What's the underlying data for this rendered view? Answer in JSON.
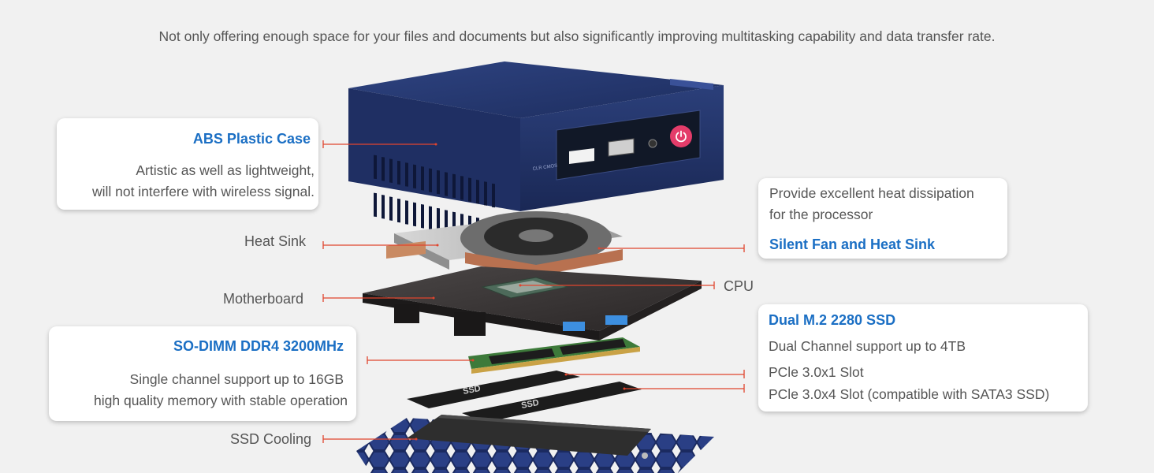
{
  "tagline": "Not only offering enough space for your files and documents but also significantly improving multitasking capability and data transfer rate.",
  "case_card": {
    "title": "ABS Plastic Case",
    "line1": "Artistic as well as lightweight,",
    "line2": "will not interfere with wireless signal."
  },
  "fan_card": {
    "line1": "Provide excellent heat dissipation",
    "line2": "for the processor",
    "title": "Silent Fan and Heat Sink"
  },
  "ram_card": {
    "title": "SO-DIMM DDR4 3200MHz",
    "line1": "Single channel support up to 16GB",
    "line2": "high quality memory with stable operation"
  },
  "ssd_card": {
    "title": "Dual M.2 2280 SSD",
    "line1": "Dual Channel support up to 4TB",
    "line2": "PCle 3.0x1 Slot",
    "line3": "PCle 3.0x4 Slot (compatible with SATA3 SSD)"
  },
  "labels": {
    "heat_sink": "Heat Sink",
    "motherboard": "Motherboard",
    "cpu": "CPU",
    "ssd_cooling": "SSD Cooling"
  },
  "product_marks": {
    "ssd_label": "SSD",
    "clear_cmos": "CLR CMOS"
  },
  "colors": {
    "accent_blue": "#1b6fc4",
    "leader_red": "#e0452e",
    "case_navy": "#22346b",
    "power_pink": "#e43c6a"
  },
  "icons": [
    "power-icon"
  ]
}
